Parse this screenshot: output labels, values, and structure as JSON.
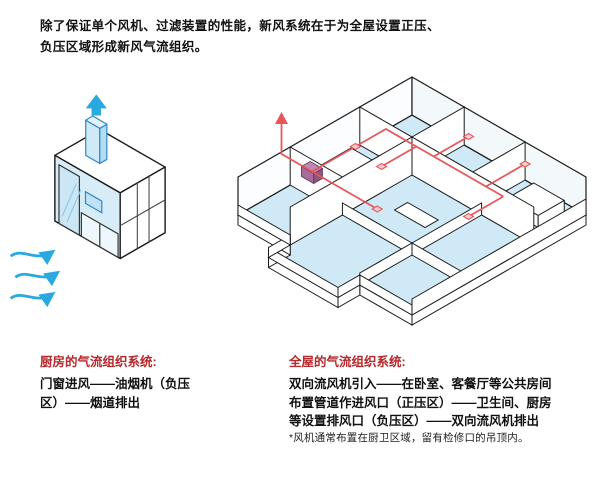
{
  "intro": {
    "line1": "除了保证单个风机、过滤装置的性能，新风系统在于为全屋设置正压、",
    "line2": "负压区域形成新风气流组织。"
  },
  "kitchen_section": {
    "heading": "厨房的气流组织系统:",
    "body": "门窗进风——油烟机（负压区）——烟道排出"
  },
  "whole_house_section": {
    "heading": "全屋的气流组织系统:",
    "body": "双向流风机引入——在卧室、客餐厅等公共房间布置管道作进风口（正压区）——卫生间、厨房等设置排风口（负压区）——双向流风机排出",
    "note": "*风机通常布置在厨卫区域，留有检修口的吊顶内。"
  },
  "colors": {
    "heading_red": "#b5282c",
    "body_black": "#111111",
    "floor_blue": "#cfe9f7",
    "flow_blue": "#2aa9e0",
    "duct_red": "#e8565a",
    "fan_purple": "#a96b9c"
  }
}
